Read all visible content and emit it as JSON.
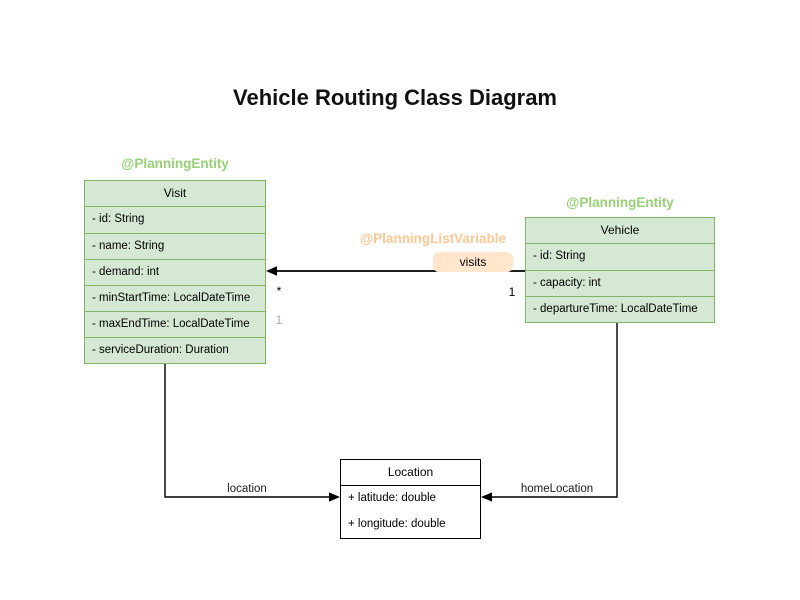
{
  "title": "Vehicle Routing Class Diagram",
  "classes": [
    {
      "name": "Visit",
      "annotation": "@PlanningEntity",
      "attributes": [
        "- id: String",
        "- name: String",
        "- demand: int",
        "- minStartTime: LocalDateTime",
        "- maxEndTime: LocalDateTime",
        "- serviceDuration: Duration"
      ]
    },
    {
      "name": "Vehicle",
      "annotation": "@PlanningEntity",
      "attributes": [
        "- id: String",
        "- capacity: int",
        "- departureTime: LocalDateTime"
      ]
    },
    {
      "name": "Location",
      "attributes": [
        "+ latitude: double",
        "+ longitude: double"
      ]
    }
  ],
  "edges": {
    "visits": {
      "annotation": "@PlanningListVariable",
      "label": "visits",
      "target_multiplicity": "*",
      "source_multiplicity": "1",
      "faded_multiplicity": "1"
    },
    "location": {
      "label": "location"
    },
    "home_location": {
      "label": "homeLocation"
    }
  },
  "colors": {
    "class_fill": "#d5e8d4",
    "class_border": "#82b366",
    "entity_annotation_text": "#97d077",
    "list_variable_annotation_text": "#fcc896",
    "visits_label_bg": "#ffe6cc",
    "location_border": "#000000",
    "faded_multiplicity_text": "#b2a0ce",
    "edge_line": "#000000",
    "title_text": "#111111"
  }
}
